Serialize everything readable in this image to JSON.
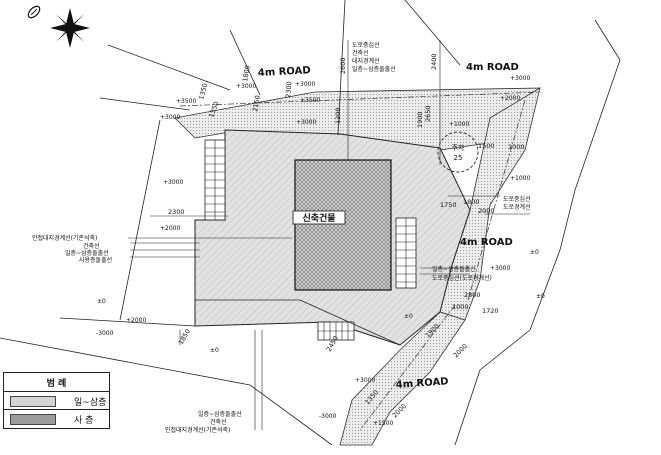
{
  "plan": {
    "building_label": "신축건물",
    "roads": [
      "4m ROAD",
      "4m ROAD",
      "4m ROAD",
      "4m ROAD"
    ],
    "dims": [
      "1800",
      "1350",
      "2300",
      "2600",
      "2400",
      "1350",
      "2150",
      "1200",
      "1500",
      "1000",
      "1900",
      "1750",
      "1800",
      "2300",
      "2000",
      "2800",
      "1720",
      "1000",
      "1900",
      "2450",
      "2000",
      "1350",
      "2000",
      "1850",
      "2650"
    ],
    "elevations": [
      "+3000",
      "+3500",
      "+3000",
      "+3500",
      "+3000",
      "+3000",
      "+2000",
      "+1000",
      "+3000",
      "+3000",
      "+2000",
      "+1000",
      "+2000",
      "+3000",
      "±0",
      "±0",
      "±0",
      "±0",
      "-3000",
      "+3000",
      "+1500",
      "-3000",
      "±0"
    ],
    "callouts_top": [
      "도로중심선",
      "건축선",
      "대지경계선",
      "일층~삼층돌출선"
    ],
    "callouts_left": [
      "인접대지경계선(기존석축)",
      "건축선",
      "일층~삼층돌출선",
      "사용층돌출선"
    ],
    "callouts_right_upper": [
      "도로중심선",
      "도로경계선"
    ],
    "callouts_right_lower": [
      "일층~삼층돌출선",
      "도로중심선(도로경계선)"
    ],
    "callouts_bottom": [
      "일층~삼층돌출선",
      "건축선",
      "인접대지경계선(기존석축)"
    ],
    "circle_labels": [
      "주차",
      "25"
    ]
  },
  "legend": {
    "title": "범 례",
    "items": [
      {
        "label": "일~삼층",
        "color": "#d4d4d4"
      },
      {
        "label": "사 층",
        "color": "#9c9c9c"
      }
    ]
  }
}
